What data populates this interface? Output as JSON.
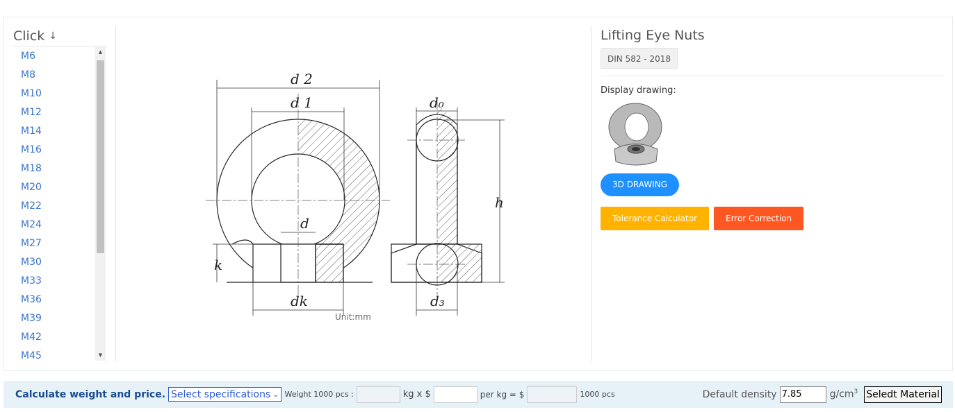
{
  "sidebar": {
    "title": "Click",
    "arrow_icon": "arrow-down-icon",
    "items": [
      "M6",
      "M8",
      "M10",
      "M12",
      "M14",
      "M16",
      "M18",
      "M20",
      "M22",
      "M24",
      "M27",
      "M30",
      "M33",
      "M36",
      "M39",
      "M42",
      "M45"
    ]
  },
  "drawing": {
    "labels": {
      "d2": "d 2",
      "d1": "d 1",
      "d0": "d₀",
      "h": "h",
      "d": "d",
      "k": "k",
      "dk": "dk",
      "d3": "d₃"
    },
    "unit": "Unit:mm"
  },
  "product": {
    "title": "Lifting Eye Nuts",
    "standard": "DIN 582 - 2018",
    "display_label": "Display drawing:",
    "btn_3d": "3D DRAWING",
    "btn_tolerance": "Tolerance Calculator",
    "btn_error": "Error Correction",
    "colors": {
      "blue": "#1e90ff",
      "amber": "#ffb300",
      "orange": "#ff5722"
    }
  },
  "calc": {
    "label": "Calculate weight and price.",
    "select": "Select specifications",
    "weight_label": "Weight 1000 pcs :",
    "kg_x": "kg x $",
    "per_kg": "per kg = $",
    "pcs": "1000 pcs",
    "density_label": "Default density",
    "density_value": "7.85",
    "density_unit": "g/cm",
    "density_exp": "3",
    "material_btn": "Seledt Material"
  }
}
